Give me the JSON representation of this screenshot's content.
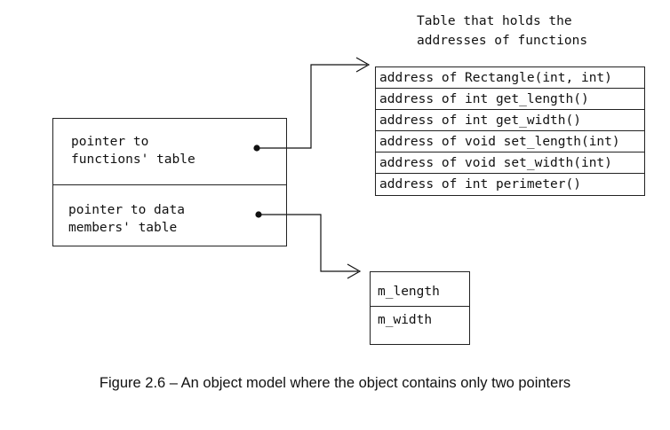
{
  "function_table": {
    "caption_line1": "Table that holds the",
    "caption_line2": "addresses of functions",
    "rows": [
      "address of Rectangle(int, int)",
      "address of int get_length()",
      "address of int get_width()",
      "address of void set_length(int)",
      "address of void set_width(int)",
      "address of int perimeter()"
    ]
  },
  "object": {
    "cell1_line1": "pointer to",
    "cell1_line2": "functions' table",
    "cell2_line1": "pointer to data",
    "cell2_line2": "members' table"
  },
  "data_table": {
    "rows": [
      "m_length",
      "m_width"
    ]
  },
  "figure_caption": "Figure 2.6 – An object model where the object contains only two pointers"
}
